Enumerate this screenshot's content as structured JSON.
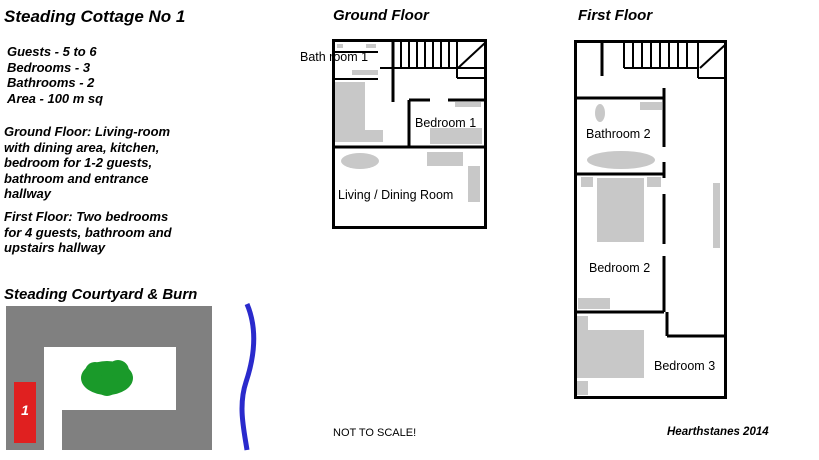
{
  "title": "Steading Cottage No 1",
  "stats": {
    "guests": "Guests - 5 to 6",
    "bedrooms": "Bedrooms - 3",
    "bathrooms": "Bathrooms - 2",
    "area": "Area - 100 m sq"
  },
  "descriptions": {
    "ground": "Ground Floor:  Living-room with dining area, kitchen, bedroom for 1-2 guests, bathroom and entrance hallway",
    "first": "First Floor:  Two bedrooms for 4 guests, bathroom and upstairs hallway"
  },
  "courtyard": {
    "title": "Steading Courtyard & Burn",
    "unit_number": "1"
  },
  "ground_floor": {
    "title": "Ground Floor",
    "rooms": {
      "bathroom": "Bath room 1",
      "bedroom": "Bedroom 1",
      "living": "Living / Dining Room"
    }
  },
  "first_floor": {
    "title": "First Floor",
    "rooms": {
      "bathroom": "Bathroom 2",
      "bedroom2": "Bedroom 2",
      "bedroom3": "Bedroom 3"
    }
  },
  "footer": {
    "scale_note": "NOT TO SCALE!",
    "credit": "Hearthstanes 2014"
  },
  "colors": {
    "wall": "#000000",
    "furniture": "#c8c8c8",
    "courtyard_building": "#808080",
    "tree": "#1a9a2a",
    "burn": "#2a2acc",
    "cottage_marker": "#e02020"
  }
}
